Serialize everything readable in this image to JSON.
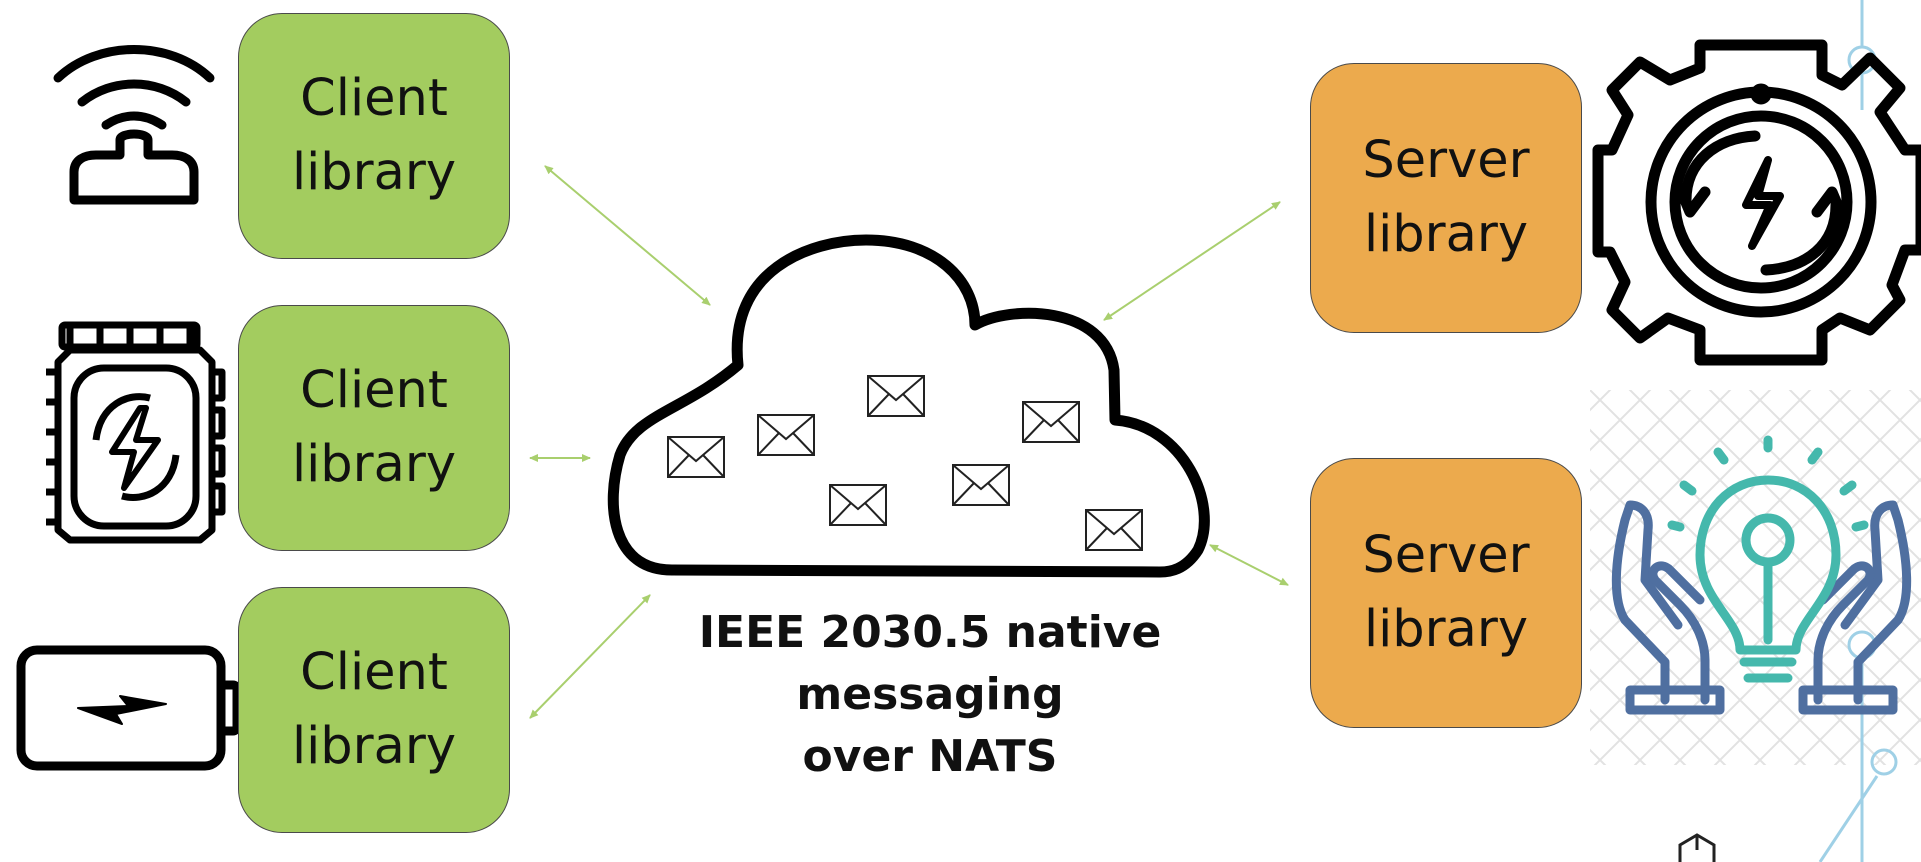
{
  "clients": [
    {
      "line1": "Client",
      "line2": "library"
    },
    {
      "line1": "Client",
      "line2": "library"
    },
    {
      "line1": "Client",
      "line2": "library"
    }
  ],
  "servers": [
    {
      "line1": "Server",
      "line2": "library"
    },
    {
      "line1": "Server",
      "line2": "library"
    }
  ],
  "caption": {
    "line1": "IEEE 2030.5 native messaging",
    "line2": "over NATS"
  },
  "colors": {
    "client": "#a3cc5f",
    "server": "#ecaa4d",
    "arrow": "#a9cf6e",
    "circuit": "#9fd0e6",
    "hands": "#4f6fa0",
    "bulb": "#45b8ac"
  },
  "icons": [
    "wifi-router-icon",
    "smart-meter-icon",
    "battery-icon",
    "gear-energy-icon",
    "innovation-hands-bulb-icon"
  ]
}
